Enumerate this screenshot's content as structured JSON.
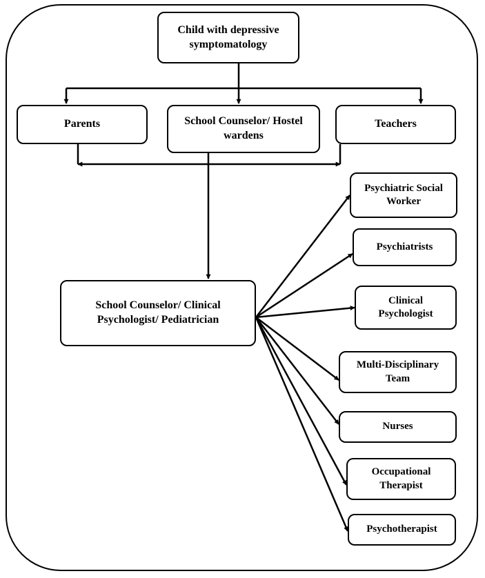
{
  "nodes": {
    "root": "Child with depressive symptomatology",
    "parents": "Parents",
    "school_hostel": "School Counselor/ Hostel wardens",
    "teachers": "Teachers",
    "center": "School Counselor/ Clinical Psychologist/ Pediatrician",
    "psychiatric_social_worker": "Psychiatric Social Worker",
    "psychiatrists": "Psychiatrists",
    "clinical_psychologist": "Clinical Psychologist",
    "multi_disciplinary_team": "Multi-Disciplinary Team",
    "nurses": "Nurses",
    "occupational_therapist": "Occupational Therapist",
    "psychotherapist": "Psychotherapist"
  }
}
